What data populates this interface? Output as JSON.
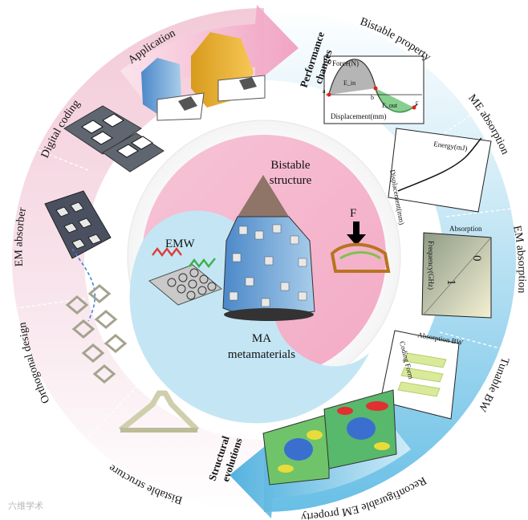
{
  "center": {
    "bistable_structure": [
      "Bistable",
      "structure"
    ],
    "emw": "EMW",
    "force": "F",
    "ma_metamaterials": [
      "MA",
      "metamaterials"
    ]
  },
  "ring": {
    "application": "Application",
    "digital_coding": "Digital coding",
    "em_absorber": "EM absorber",
    "orthogonal_design": "Orthogonal design",
    "bistable_structure": "Bistable structure",
    "structural_evolutions": [
      "Structural",
      "evolutions"
    ],
    "performance_changes": [
      "Performance",
      "changes"
    ],
    "bistable_property": "Bistable property",
    "me_absorption": "ME absorption",
    "em_absorption": "EM absorption",
    "tunable_bw": "Tunable BW",
    "reconfigurable_em_property": "Reconfigurable EM property"
  },
  "insets": {
    "bistable_plot": {
      "ylabel": "Force(N)",
      "xlabel": "Displacement(mm)",
      "points": [
        "a",
        "b",
        "c"
      ],
      "e_in": "E_in",
      "e_out": "E_out"
    },
    "me_plot": {
      "ylabel": "Energy(mJ)",
      "xlabel": "Displacement(mm)"
    },
    "em_plot": {
      "title": "Absorption",
      "ylabel": "Frequency(GHz)",
      "state0": "0",
      "state1": "1"
    },
    "bw_plot": {
      "title": "Absorption BW",
      "xlabel": "Coding Form"
    }
  },
  "watermark": "六维学术",
  "colors": {
    "left_ring": "#f3d3de",
    "right_ring": "#bfe2f2",
    "center_pink": "#f1b9cd",
    "center_blue": "#bfe4f3",
    "arrow_pink": "#f0a6c2",
    "arrow_blue": "#5dbbe3"
  }
}
